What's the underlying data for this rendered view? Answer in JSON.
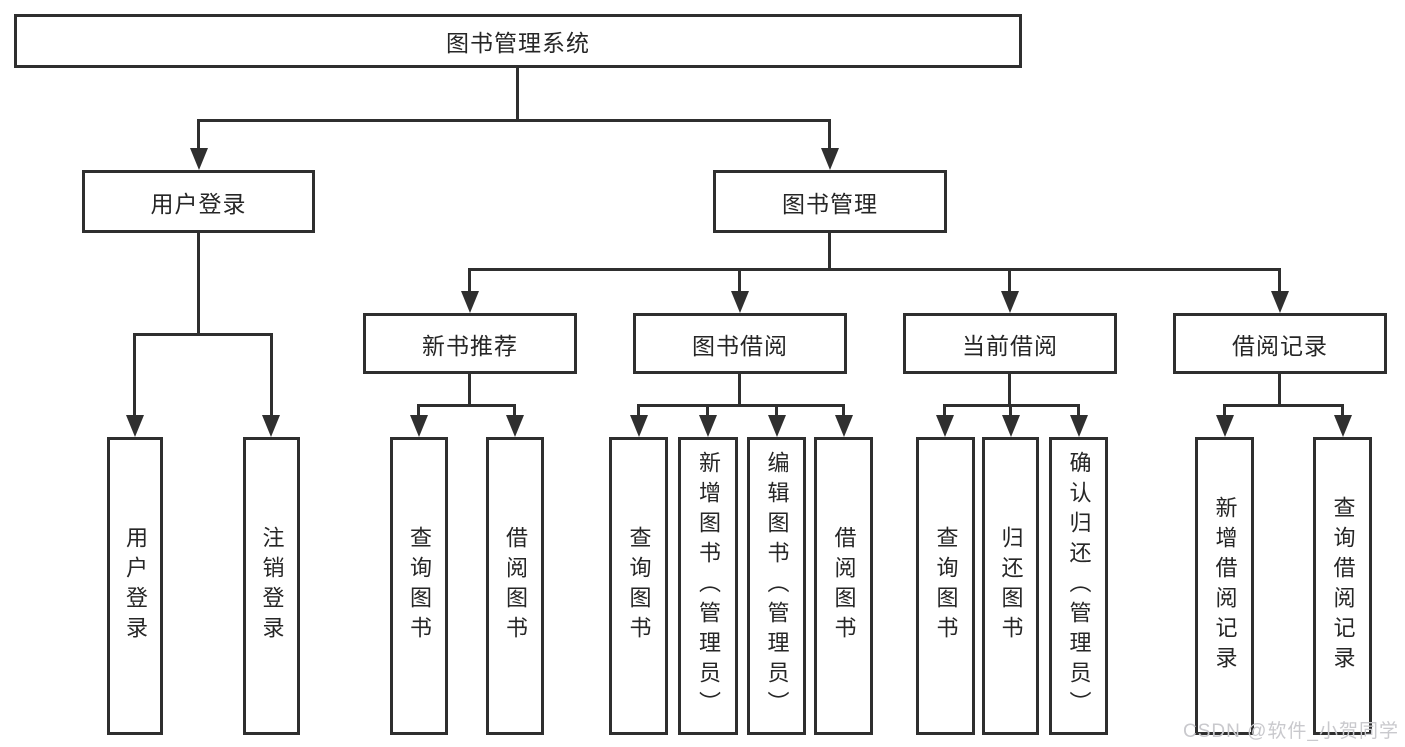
{
  "colors": {
    "line": "#2f2f2f",
    "box_border": "#2f2f2f",
    "box_background": "#ffffff",
    "text": "#262626",
    "watermark_color": "#c9c9cd",
    "background": "#ffffff"
  },
  "tree": {
    "label": "图书管理系统",
    "children": [
      {
        "label": "用户登录",
        "children": [
          {
            "label": "用户登录"
          },
          {
            "label": "注销登录"
          }
        ]
      },
      {
        "label": "图书管理",
        "children": [
          {
            "label": "新书推荐",
            "children": [
              {
                "label": "查询图书"
              },
              {
                "label": "借阅图书"
              }
            ]
          },
          {
            "label": "图书借阅",
            "children": [
              {
                "label": "查询图书"
              },
              {
                "label": "新增图书（管理员）"
              },
              {
                "label": "编辑图书（管理员）"
              },
              {
                "label": "借阅图书"
              }
            ]
          },
          {
            "label": "当前借阅",
            "children": [
              {
                "label": "查询图书"
              },
              {
                "label": "归还图书"
              },
              {
                "label": "确认归还（管理员）"
              }
            ]
          },
          {
            "label": "借阅记录",
            "children": [
              {
                "label": "新增借阅记录"
              },
              {
                "label": "查询借阅记录"
              }
            ]
          }
        ]
      }
    ]
  },
  "watermark": {
    "text": "CSDN @软件_小贺同学"
  }
}
